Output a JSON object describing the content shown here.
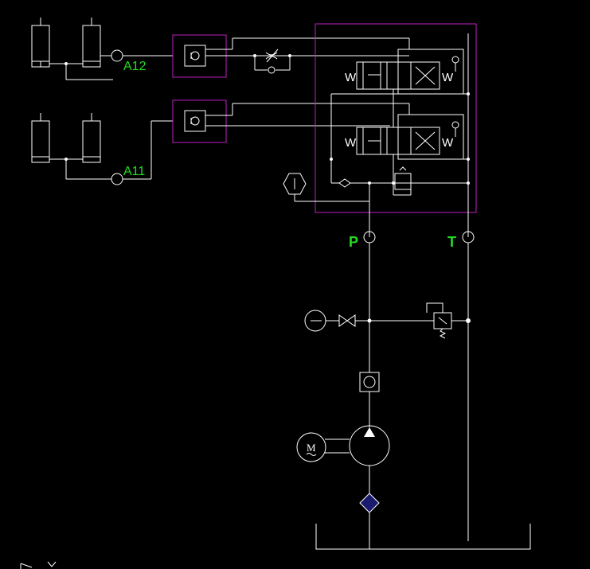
{
  "ports": {
    "a12": "A12",
    "a11": "A11",
    "p": "P",
    "t": "T"
  },
  "symbols": {
    "motor": "M",
    "spring_left": "W",
    "spring_right": "W"
  },
  "colors": {
    "background": "#000000",
    "line": "#ffffff",
    "module_frame": "#c020c0",
    "label": "#22dd22",
    "filter": "#1a1a6e"
  }
}
